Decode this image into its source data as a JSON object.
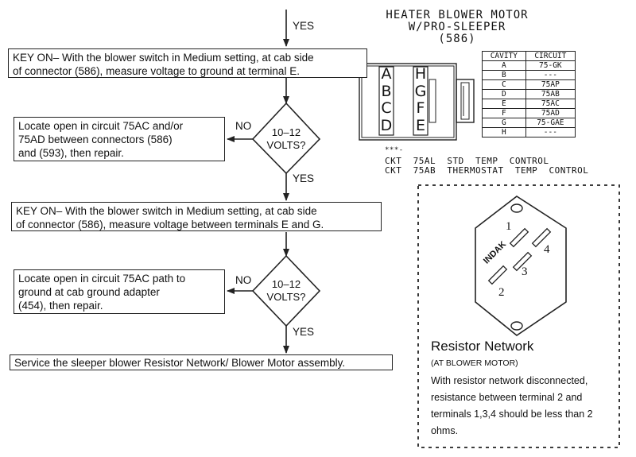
{
  "flowchart": {
    "top_yes": "YES",
    "step1": "KEY ON– With the blower switch in Medium setting, at cab side\nof connector (586), measure voltage to ground at terminal E.",
    "decision1": "10–12\nVOLTS?",
    "no1": "NO",
    "action1": "Locate open in circuit 75AC and/or\n75AD between connectors (586)\nand (593), then repair.",
    "yes1": "YES",
    "step2": "KEY ON– With the blower switch in Medium setting, at cab side\nof connector (586), measure voltage between terminals E and  G.",
    "decision2": "10–12\nVOLTS?",
    "no2": "NO",
    "action2": "Locate open in circuit 75AC path to\nground at cab ground adapter\n(454), then repair.",
    "yes2": "YES",
    "final": "Service the sleeper blower Resistor Network/ Blower Motor assembly."
  },
  "connector": {
    "title_line1": "HEATER BLOWER MOTOR",
    "title_line2": "W/PRO-SLEEPER",
    "title_line3": "(586)",
    "left_letters": [
      "A",
      "B",
      "C",
      "D"
    ],
    "right_letters": [
      "H",
      "G",
      "F",
      "E"
    ],
    "table_headers": [
      "CAVITY",
      "CIRCUIT"
    ],
    "table_rows": [
      [
        "A",
        "75-GK"
      ],
      [
        "B",
        "---"
      ],
      [
        "C",
        "75AP"
      ],
      [
        "D",
        "75AB"
      ],
      [
        "E",
        "75AC"
      ],
      [
        "F",
        "75AD"
      ],
      [
        "G",
        "75-GAE"
      ],
      [
        "H",
        "---"
      ]
    ],
    "note_marker": "***-",
    "note_line1": "CKT  75AL  STD  TEMP  CONTROL",
    "note_line2": "CKT  75AB  THERMOSTAT  TEMP  CONTROL"
  },
  "resistor": {
    "brand": "INDAK",
    "terminal_1": "1",
    "terminal_2": "2",
    "terminal_3": "3",
    "terminal_4": "4",
    "title": "Resistor Network",
    "subtitle": "(AT BLOWER MOTOR)",
    "body": "With resistor network disconnected,\nresistance between terminal 2 and\nterminals 1,3,4 should be less than 2\nohms."
  }
}
